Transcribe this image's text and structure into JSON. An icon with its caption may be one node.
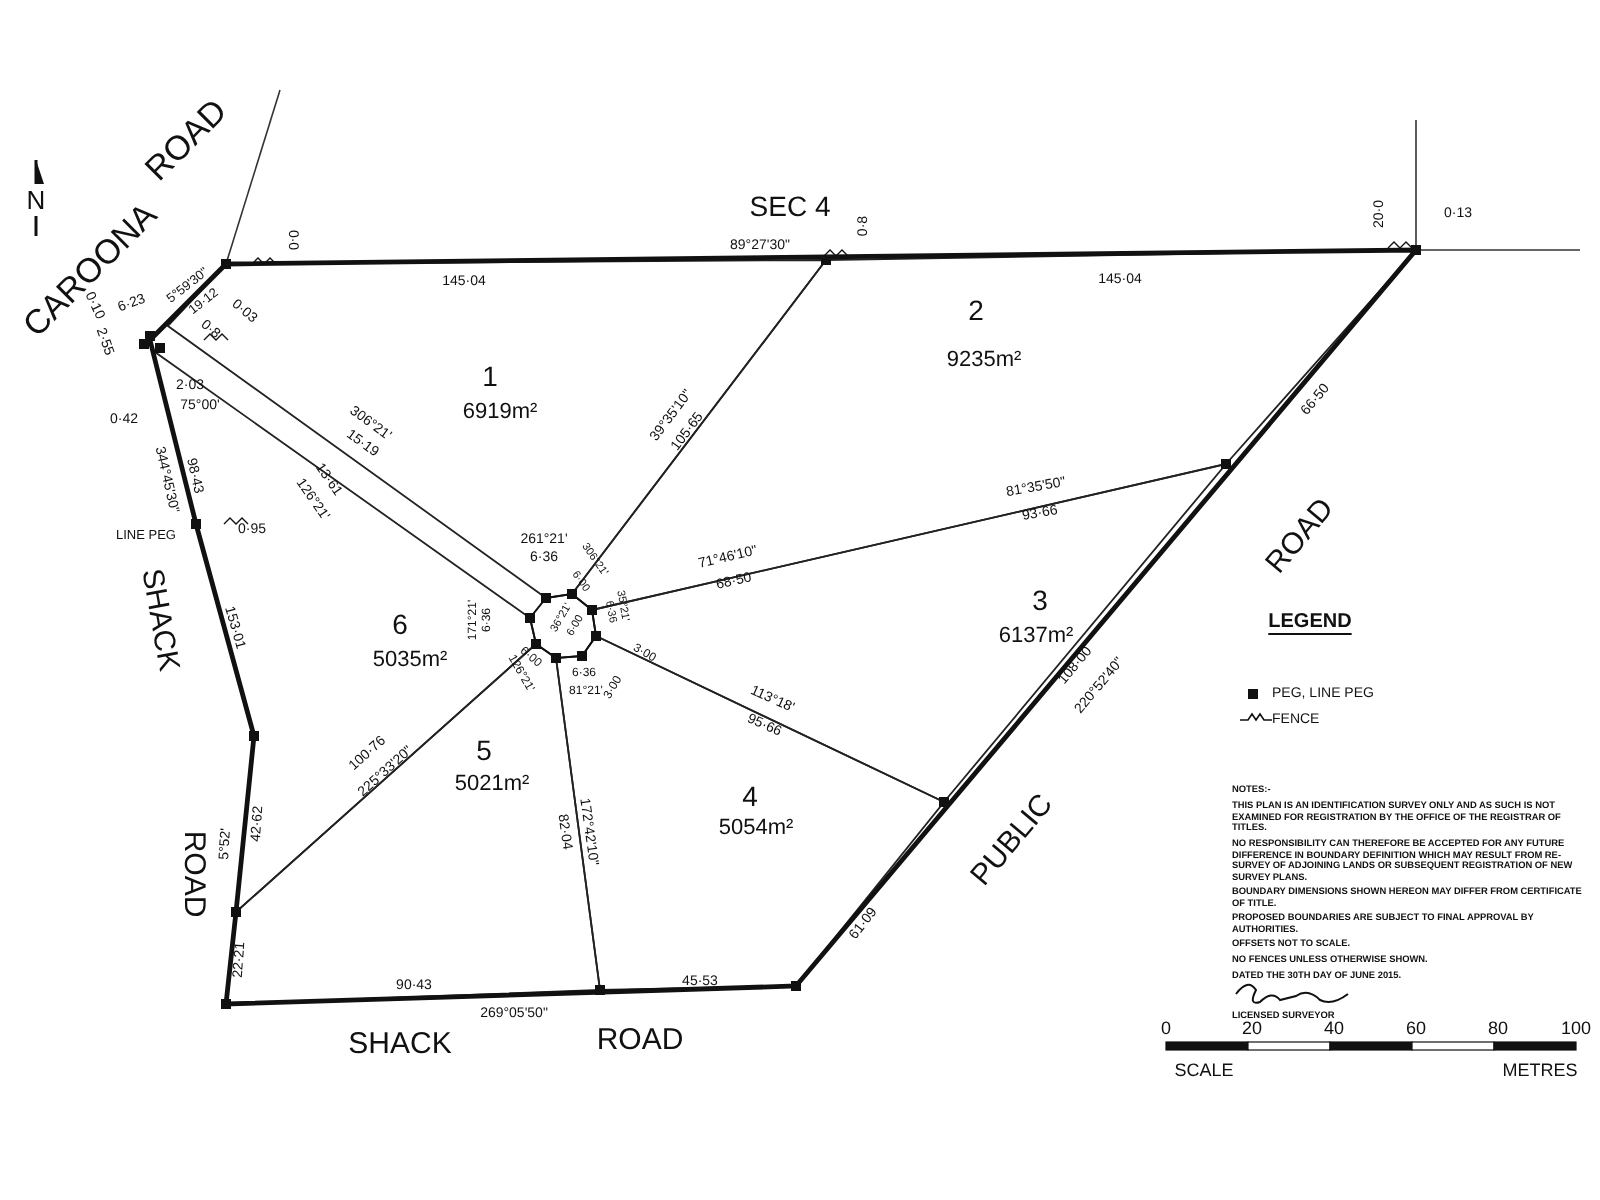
{
  "diagram": {
    "nodes": [
      {
        "text": [
          "1",
          "6919m²"
        ]
      },
      {
        "text": [
          "2",
          "9235m²"
        ]
      },
      {
        "text": [
          "3",
          "6137m²"
        ]
      },
      {
        "text": [
          "4",
          "5054m²"
        ]
      },
      {
        "text": [
          "5",
          "5021m²"
        ]
      },
      {
        "text": [
          "6",
          "5035m²"
        ]
      }
    ],
    "labels": [
      "N",
      "CAROONA",
      "ROAD",
      "0·0",
      "SEC 4",
      "0·8",
      "20·0",
      "0·13",
      "0·10",
      "6·23",
      "5°59'30\"",
      "19·12",
      "0·03",
      "2·55",
      "0·8",
      "145·04",
      "89°27'30\"",
      "145·04",
      "2·03",
      "75°00'",
      "0·42",
      "306°21'",
      "15·19",
      "13·61",
      "126°21'",
      "39°35'10\"",
      "105·65",
      "66·50",
      "344°45'30\"",
      "98·43",
      "LINE PEG",
      "0·95",
      "SHACK",
      "81°35'50\"",
      "93·66",
      "ROAD",
      "261°21'",
      "6·36",
      "306°21'",
      "6·00",
      "35°21'",
      "6·36",
      "71°46'10\"",
      "68·50",
      "153·01",
      "36°21'",
      "6·00",
      "6·36",
      "171°21'",
      "3·00",
      "6·00",
      "126°21'",
      "6·36",
      "81°21'",
      "3·00",
      "113°18'",
      "95·66",
      "108·00",
      "220°52'40\"",
      "LEGEND",
      "100·76",
      "225°33'20\"",
      "82·04",
      "172°42'10\"",
      "42·62",
      "5°52'",
      "PUBLIC",
      "ROAD",
      "NOTES:-",
      "THIS PLAN IS AN IDENTIFICATION SURVEY ONLY AND AS SUCH IS NOT EXAMINED FOR REGISTRATION BY THE OFFICE OF THE REGISTRAR OF TITLES.",
      "NO RESPONSIBILITY CAN THEREFORE BE ACCEPTED FOR ANY FUTURE DIFFERENCE IN BOUNDARY DEFINITION WHICH MAY RESULT FROM RE-SURVEY OF ADJOINING LANDS OR SUBSEQUENT REGISTRATION OF NEW SURVEY PLANS.",
      "BOUNDARY DIMENSIONS SHOWN HEREON MAY DIFFER FROM CERTIFICATE OF TITLE.",
      "PROPOSED BOUNDARIES ARE SUBJECT TO FINAL APPROVAL BY AUTHORITIES.",
      "OFFSETS NOT TO SCALE.",
      "NO FENCES UNLESS OTHERWISE SHOWN.",
      "DATED THE 30TH DAY OF JUNE 2015.",
      "61·09",
      "22·21",
      "90·43",
      "45·53",
      "269°05'50\"",
      "LICENSED SURVEYOR",
      "SHACK",
      "ROAD",
      "0",
      "20",
      "40",
      "60",
      "80",
      "100",
      "SCALE",
      "METRES"
    ],
    "legend": [
      {
        "text": "PEG, LINE PEG"
      },
      {
        "text": "FENCE"
      }
    ]
  }
}
